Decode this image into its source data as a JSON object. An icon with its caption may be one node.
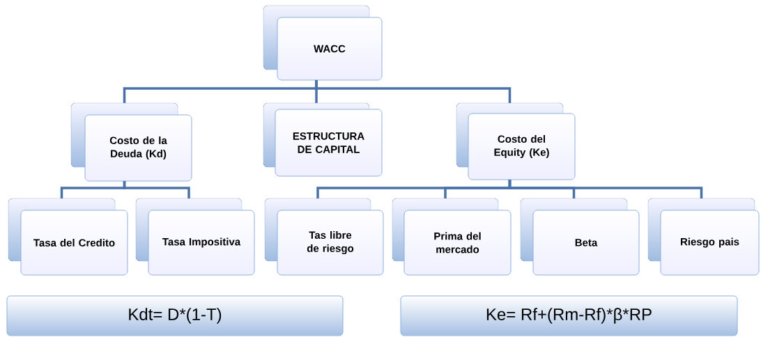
{
  "diagram": {
    "nodes": [
      {
        "text": [
          "WACC"
        ]
      },
      {
        "text": [
          "Costo de la Deuda (Kd)"
        ]
      },
      {
        "text": [
          "ESTRUCTURA DE CAPITAL"
        ]
      },
      {
        "text": [
          "Costo del Equity (Ke)"
        ]
      },
      {
        "text": [
          "Tasa del Credito"
        ]
      },
      {
        "text": [
          "Tasa Impositiva"
        ]
      },
      {
        "text": [
          "Tas libre de riesgo"
        ]
      },
      {
        "text": [
          "Prima del mercado"
        ]
      },
      {
        "text": [
          "Beta"
        ]
      },
      {
        "text": [
          "Riesgo pais"
        ]
      },
      {
        "text": [
          "Kdt= D*(1-T)"
        ]
      },
      {
        "text": [
          "Ke= Rf+(Rm-Rf)*β*RP"
        ]
      }
    ],
    "edges": [
      {
        "from": 0,
        "to": 1,
        "arrow": "none"
      },
      {
        "from": 0,
        "to": 2,
        "arrow": "none"
      },
      {
        "from": 0,
        "to": 3,
        "arrow": "none"
      },
      {
        "from": 1,
        "to": 4,
        "arrow": "none"
      },
      {
        "from": 1,
        "to": 5,
        "arrow": "none"
      },
      {
        "from": 3,
        "to": 6,
        "arrow": "none"
      },
      {
        "from": 3,
        "to": 7,
        "arrow": "none"
      },
      {
        "from": 3,
        "to": 8,
        "arrow": "none"
      },
      {
        "from": 3,
        "to": 9,
        "arrow": "none"
      }
    ]
  }
}
